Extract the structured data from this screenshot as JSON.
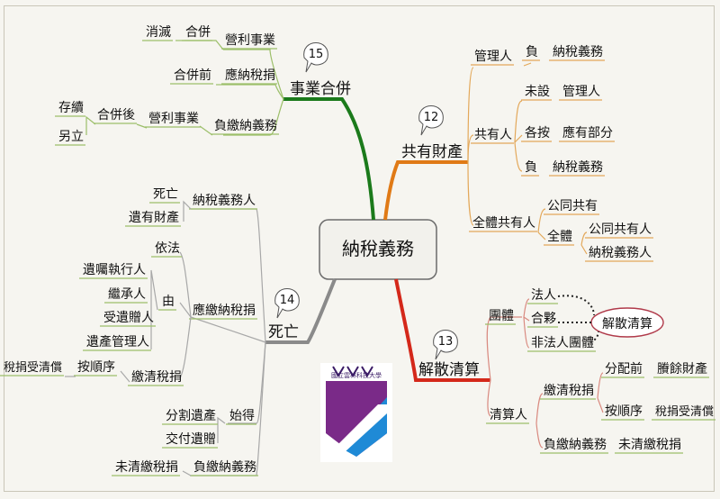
{
  "center": "納稅義務",
  "branches": [
    {
      "id": "merge",
      "number": "15",
      "title": "事業合併",
      "color": "#1b7a1b"
    },
    {
      "id": "coown",
      "number": "12",
      "title": "共有財產",
      "color": "#e07a16"
    },
    {
      "id": "death",
      "number": "14",
      "title": "死亡",
      "color": "#8a8a8a"
    },
    {
      "id": "dissolve",
      "number": "13",
      "title": "解散清算",
      "color": "#d4281a"
    }
  ],
  "merge": {
    "a": [
      "消滅",
      "合併",
      "營利事業"
    ],
    "b": [
      "合併前",
      "應納稅捐"
    ],
    "c": [
      "存續",
      "另立",
      "合併後",
      "營利事業",
      "負繳納義務"
    ]
  },
  "coown": {
    "g1": [
      "管理人",
      "負",
      "納稅義務"
    ],
    "g2": [
      "共有人",
      "未設",
      "管理人",
      "各按",
      "應有部分",
      "負",
      "納稅義務"
    ],
    "g3": [
      "全體共有人",
      "公同共有",
      "全體",
      "公同共有人",
      "納稅義務人"
    ]
  },
  "death": {
    "taxpayer": [
      "納稅義務人",
      "死亡",
      "遺有財產"
    ],
    "payer": [
      "應繳納稅捐",
      "依法",
      "由",
      "遺囑執行人",
      "繼承人",
      "受遺贈人",
      "遺產管理人"
    ],
    "order": [
      "繳清稅捐",
      "按順序",
      "稅捐受清償"
    ],
    "start": [
      "始得",
      "分割遺產",
      "交付遺贈"
    ],
    "duty": [
      "負繳納義務",
      "未清繳稅捐"
    ]
  },
  "dissolve": {
    "group": [
      "團體",
      "法人",
      "合夥",
      "非法人團體"
    ],
    "bubble": "解散清算",
    "liq": [
      "清算人",
      "繳清稅捐",
      "分配前",
      "賸餘財產",
      "按順序",
      "稅捐受清償",
      "負繳納義務",
      "未清繳稅捐"
    ]
  },
  "logo_text": "國立雲林科技大學"
}
